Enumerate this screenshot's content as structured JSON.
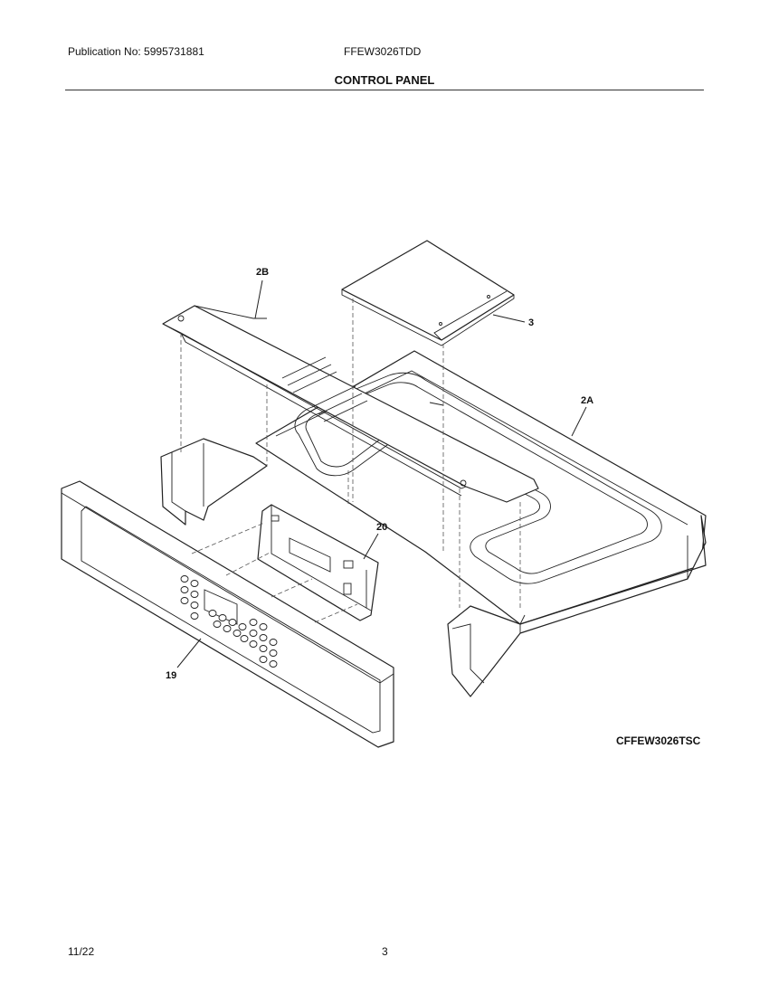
{
  "header": {
    "publication": "Publication No: 5995731881",
    "model": "FFEW3026TDD",
    "title": "CONTROL PANEL"
  },
  "diagram": {
    "callouts": {
      "c2b": "2B",
      "c3": "3",
      "c2a": "2A",
      "c20": "20",
      "c19": "19"
    },
    "code": "CFFEW3026TSC"
  },
  "footer": {
    "date": "11/22",
    "page": "3"
  }
}
